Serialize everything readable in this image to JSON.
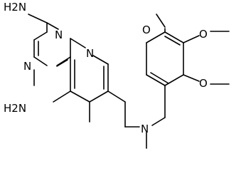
{
  "molecule": {
    "labels": {
      "amine_top": "H2N",
      "amine_bottom": "H2N",
      "n1": "N",
      "n3": "N",
      "n8": "N",
      "n_amine": "N",
      "o1": "O",
      "o2": "O",
      "o3": "O"
    }
  }
}
